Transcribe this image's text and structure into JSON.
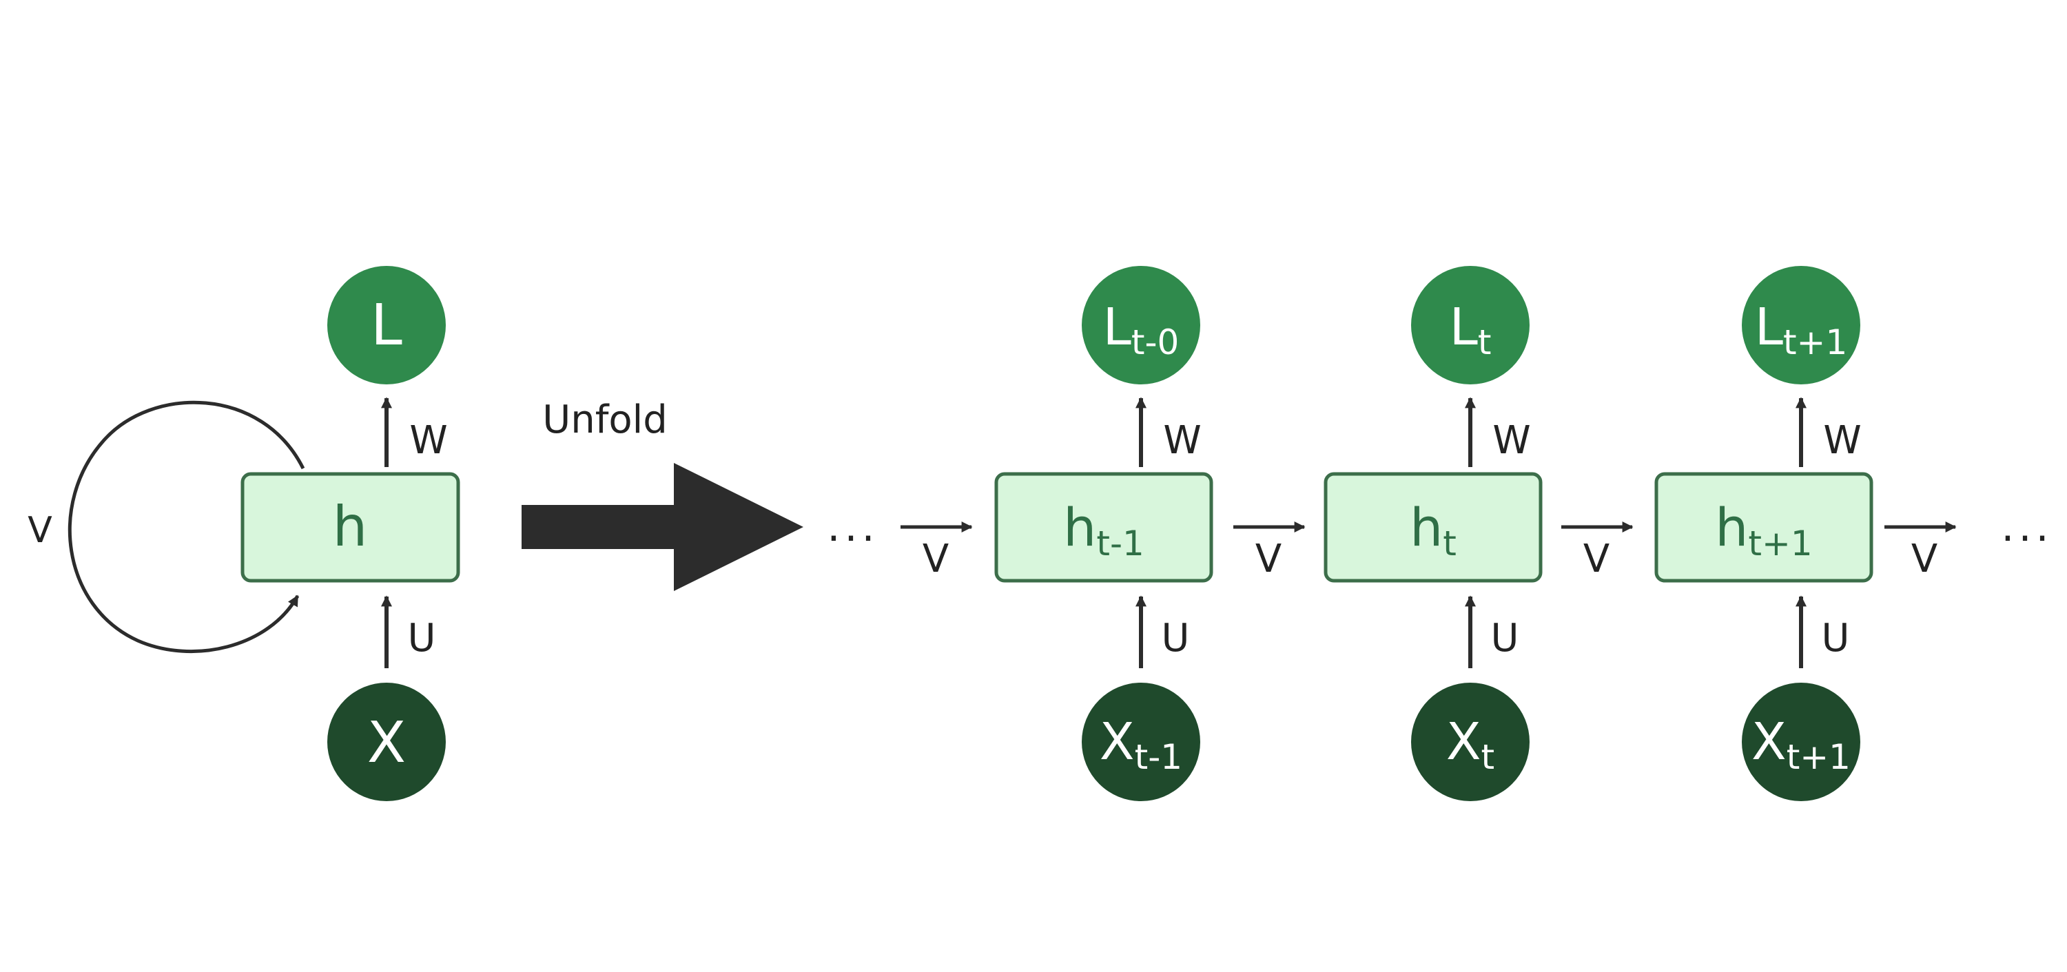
{
  "colors": {
    "output_node": "#2f8a4c",
    "input_node": "#1f4a2c",
    "hidden_fill": "#d8f6dc",
    "hidden_stroke": "#3c6e4a",
    "hidden_text": "#2f6f46",
    "arrow": "#2c2c2c",
    "node_text": "#ffffff"
  },
  "folded": {
    "output": {
      "main": "L",
      "sub": ""
    },
    "hidden": {
      "main": "h",
      "sub": ""
    },
    "input": {
      "main": "X",
      "sub": ""
    },
    "w_label": "W",
    "u_label": "U",
    "v_label": "V"
  },
  "unfold_label": "Unfold",
  "ellipsis_left": "...",
  "ellipsis_right": "...",
  "unfolded": {
    "steps": [
      {
        "output": {
          "main": "L",
          "sub": "t-0"
        },
        "hidden": {
          "main": "h",
          "sub": "t-1"
        },
        "input": {
          "main": "X",
          "sub": "t-1"
        }
      },
      {
        "output": {
          "main": "L",
          "sub": "t"
        },
        "hidden": {
          "main": "h",
          "sub": "t"
        },
        "input": {
          "main": "X",
          "sub": "t"
        }
      },
      {
        "output": {
          "main": "L",
          "sub": "t+1"
        },
        "hidden": {
          "main": "h",
          "sub": "t+1"
        },
        "input": {
          "main": "X",
          "sub": "t+1"
        }
      }
    ],
    "w_label": "W",
    "u_label": "U",
    "v_label": "V"
  }
}
